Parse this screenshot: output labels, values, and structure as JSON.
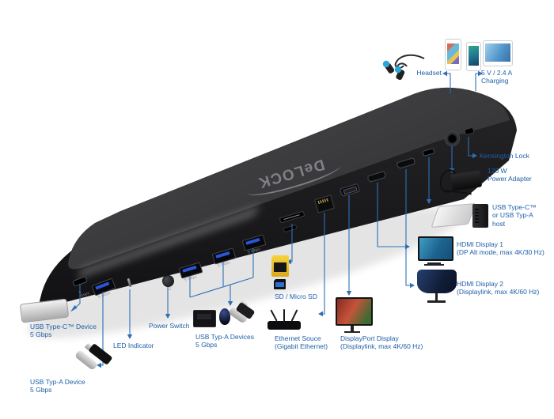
{
  "colors": {
    "label_blue": "#1e5fa8",
    "line_blue": "#2e6fb7",
    "dock_top": "#3d3d40",
    "dock_front": "#1c1c1e",
    "usb_tongue_blue": "#2b55d4",
    "sd_yellow": "#f5d33c"
  },
  "dock": {
    "logo": "DeLOCK",
    "port_print_speed": "5 Gbps",
    "power_button_glyph": "⏻"
  },
  "callouts": {
    "headset": {
      "l1": "Headset"
    },
    "charging": {
      "l1": "5 V / 2.4 A",
      "l2": "Charging"
    },
    "kensington_lock": {
      "l1": "Kensington Lock"
    },
    "power_adapter": {
      "l1": "120 W",
      "l2": "Power Adapter"
    },
    "host": {
      "l1": "USB Type-C™",
      "l2": "or USB Typ-A",
      "l3": "host"
    },
    "hdmi_display_1": {
      "l1": "HDMI Display 1",
      "l2": "(DP Alt mode, max 4K/30 Hz)"
    },
    "hdmi_display_2": {
      "l1": "HDMI Display 2",
      "l2": "(Displaylink, max 4K/60 Hz)"
    },
    "displayport_display": {
      "l1": "DisplayPort Display",
      "l2": "(Displaylink, max 4K/60 Hz)"
    },
    "ethernet": {
      "l1": "Ethernet Souce",
      "l2": "(Gigabit Ethernet)"
    },
    "sd": {
      "l1": "SD / Micro SD"
    },
    "usb_a_devices": {
      "l1": "USB Typ-A Devices",
      "l2": "5 Gbps"
    },
    "power_switch": {
      "l1": "Power Switch"
    },
    "led_indicator": {
      "l1": "LED Indicator"
    },
    "usb_c_device": {
      "l1": "USB Type-C™ Device",
      "l2": "5 Gbps"
    },
    "usb_a_device": {
      "l1": "USB Typ-A Device",
      "l2": "5 Gbps"
    }
  }
}
